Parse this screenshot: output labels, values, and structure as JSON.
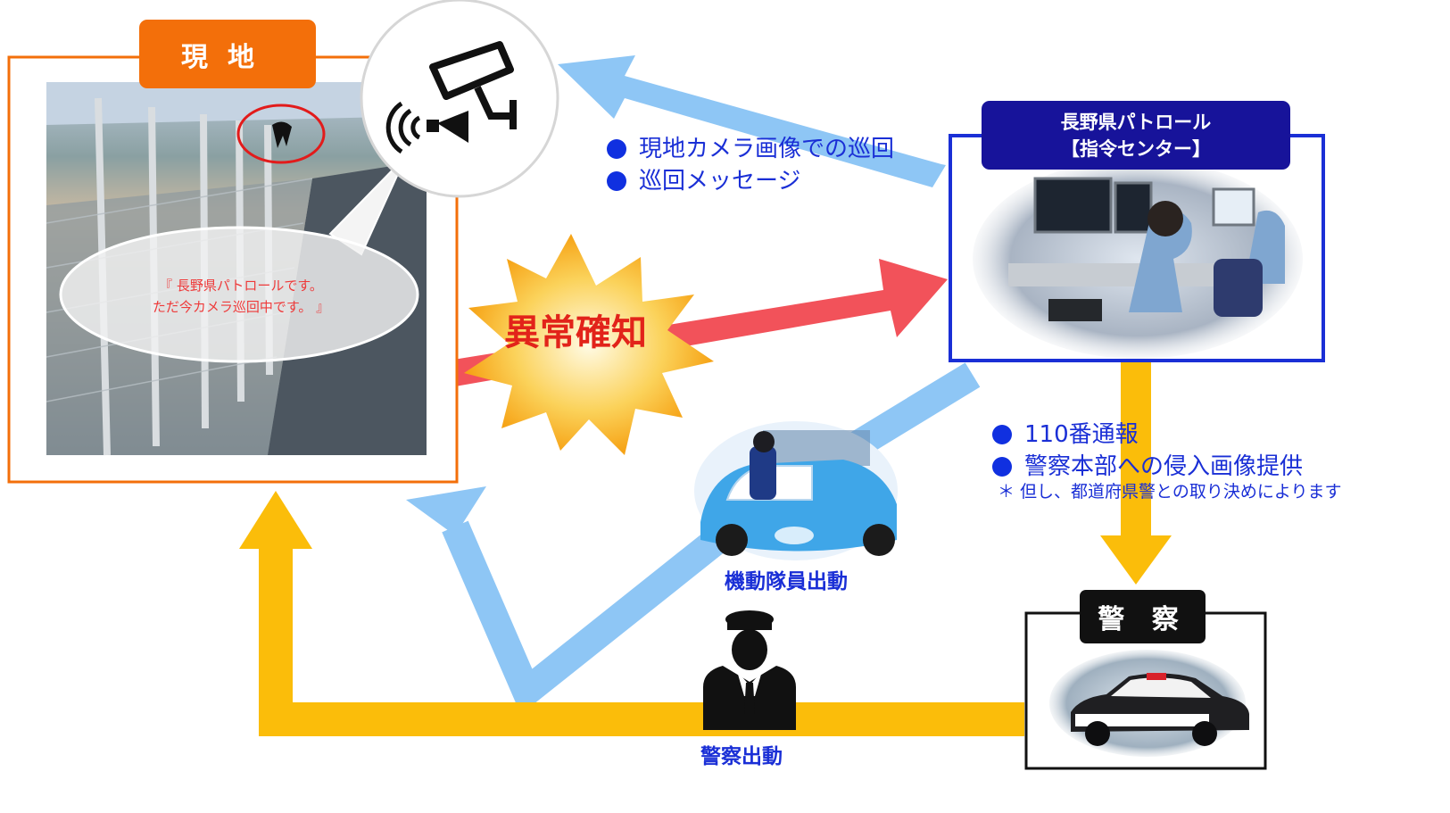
{
  "site": {
    "label": "現地",
    "speech": [
      "『 長野県パトロールです。",
      "ただ今カメラ巡回中です。 』"
    ]
  },
  "center": {
    "title_line1": "長野県パトロール",
    "title_line2": "【指令センター】"
  },
  "patrol_messages": [
    "現地カメラ画像での巡回",
    "巡回メッセージ"
  ],
  "anomaly": "異常確知",
  "police_info": {
    "items": [
      "110番通報",
      "警察本部への侵入画像提供"
    ],
    "note": "＊ 但し、都道府県警との取り決めによります"
  },
  "police": {
    "label": "警 察"
  },
  "mobile_unit": "機動隊員出動",
  "police_dispatch": "警察出動",
  "colors": {
    "orange": "#f36f0a",
    "navy": "#17139a",
    "blue_frame": "#1a2fd6",
    "light_blue_arrow": "#8ec6f5",
    "red_arrow": "#f2525a",
    "yellow_arrow": "#fbbd0a",
    "burst": "#f9b42a"
  }
}
